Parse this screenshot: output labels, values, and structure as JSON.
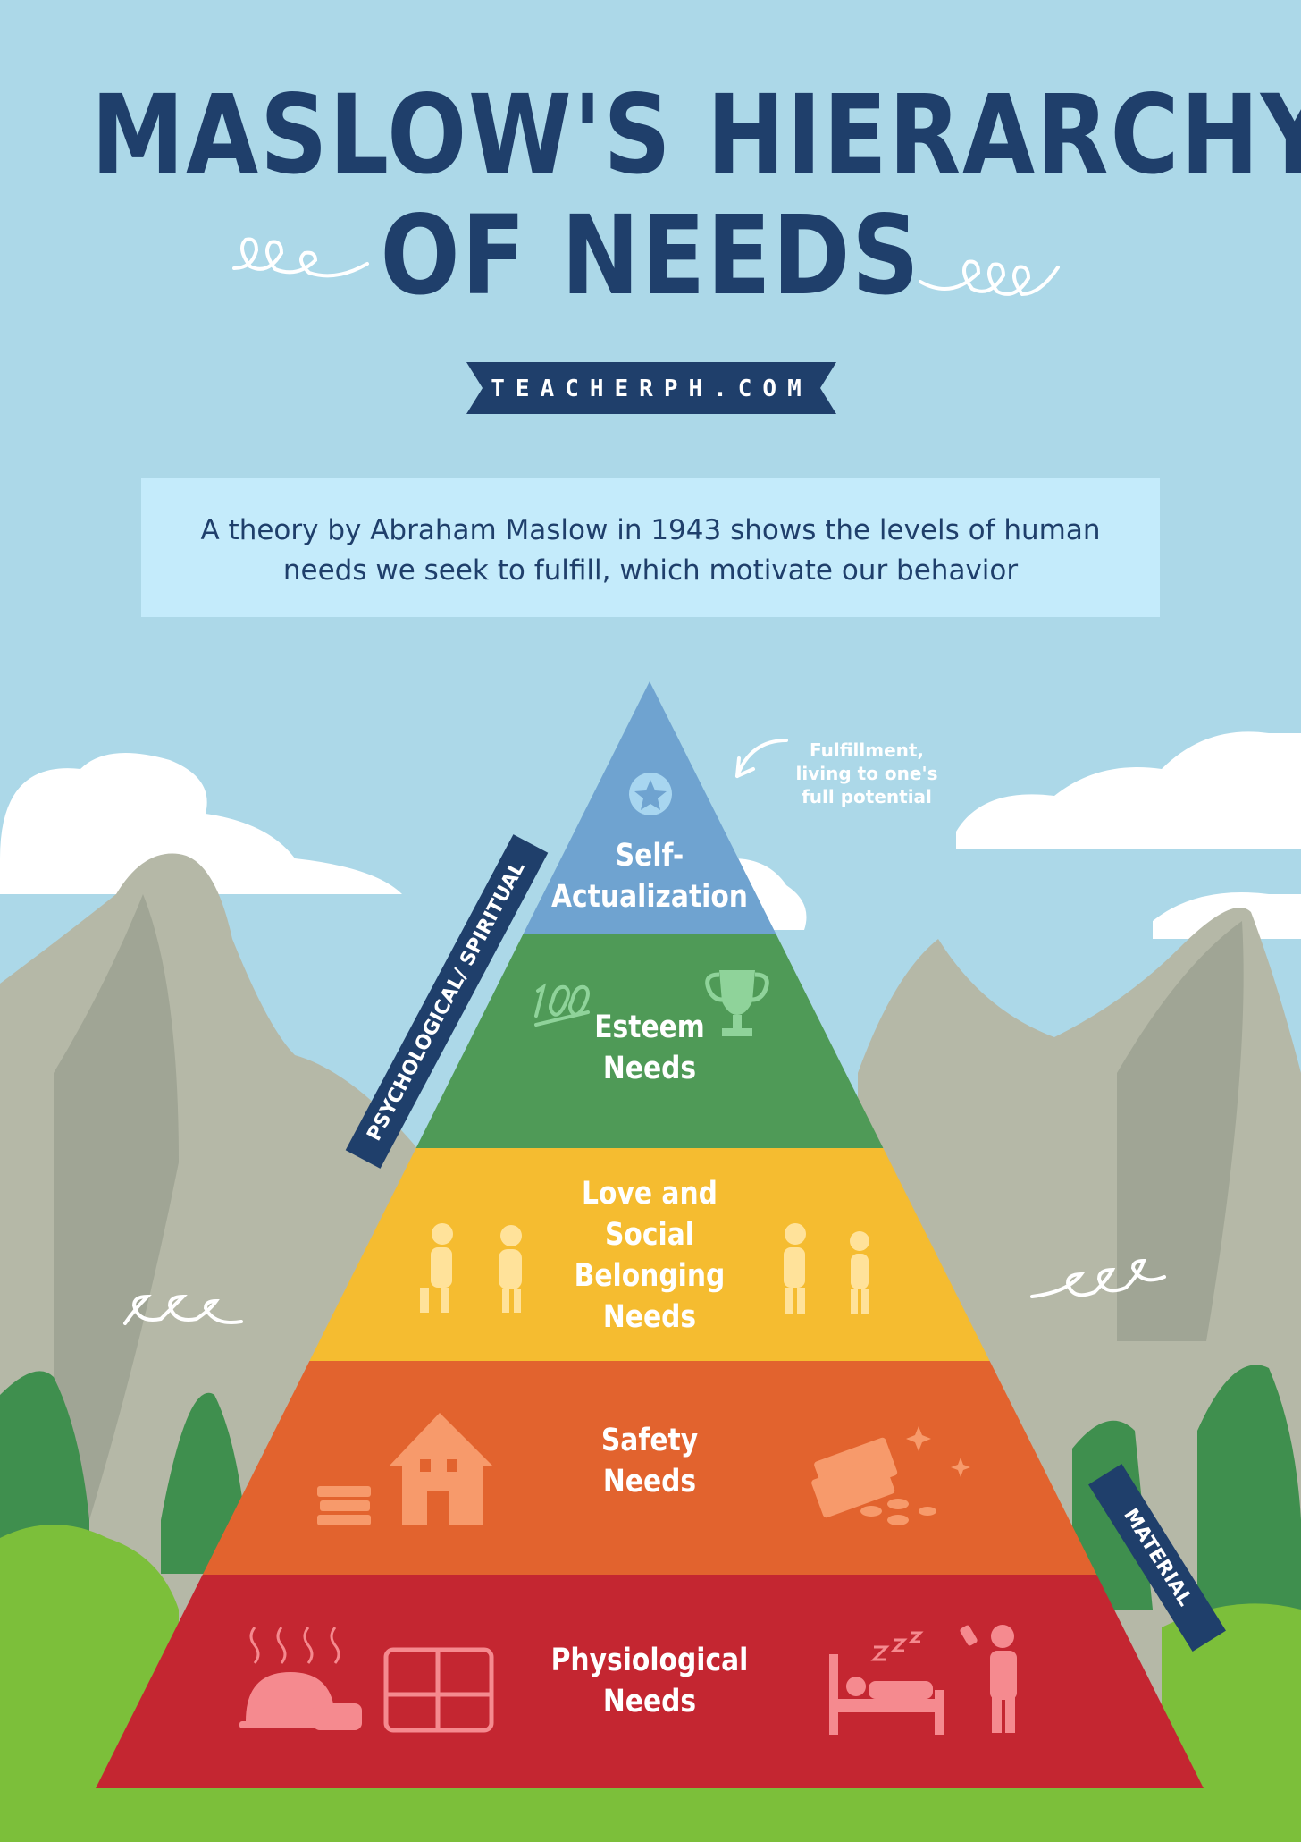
{
  "title": {
    "line1": "MASLOW'S HIERARCHY",
    "line2": "OF NEEDS"
  },
  "banner": "TEACHERPH.COM",
  "description": {
    "line1": "A theory by Abraham Maslow in 1943 shows the levels of human",
    "line2": "needs we seek to fulfill, which motivate our behavior"
  },
  "annotation": {
    "line1": "Fulfillment,",
    "line2": "living to one's",
    "line3": "full potential"
  },
  "ribbons": {
    "upper": "PSYCHOLOGICAL/ SPIRITUAL",
    "lower": "MATERIAL"
  },
  "levels": [
    {
      "lines": [
        "Self-",
        "Actualization"
      ],
      "color": "#6fa3d0",
      "icon": "star-icon"
    },
    {
      "lines": [
        "Esteem",
        "Needs"
      ],
      "color": "#4f9a57",
      "icon": "trophy-icon"
    },
    {
      "lines": [
        "Love and",
        "Social",
        "Belonging",
        "Needs"
      ],
      "color": "#f5bc30",
      "icon": "people-icon"
    },
    {
      "lines": [
        "Safety",
        "Needs"
      ],
      "color": "#e2632e",
      "icon": "house-icon"
    },
    {
      "lines": [
        "Physiological",
        "Needs"
      ],
      "color": "#c42631",
      "icon": "food-icon"
    }
  ],
  "colors": {
    "background": "#acd8e8",
    "title": "#1f3f6b"
  }
}
